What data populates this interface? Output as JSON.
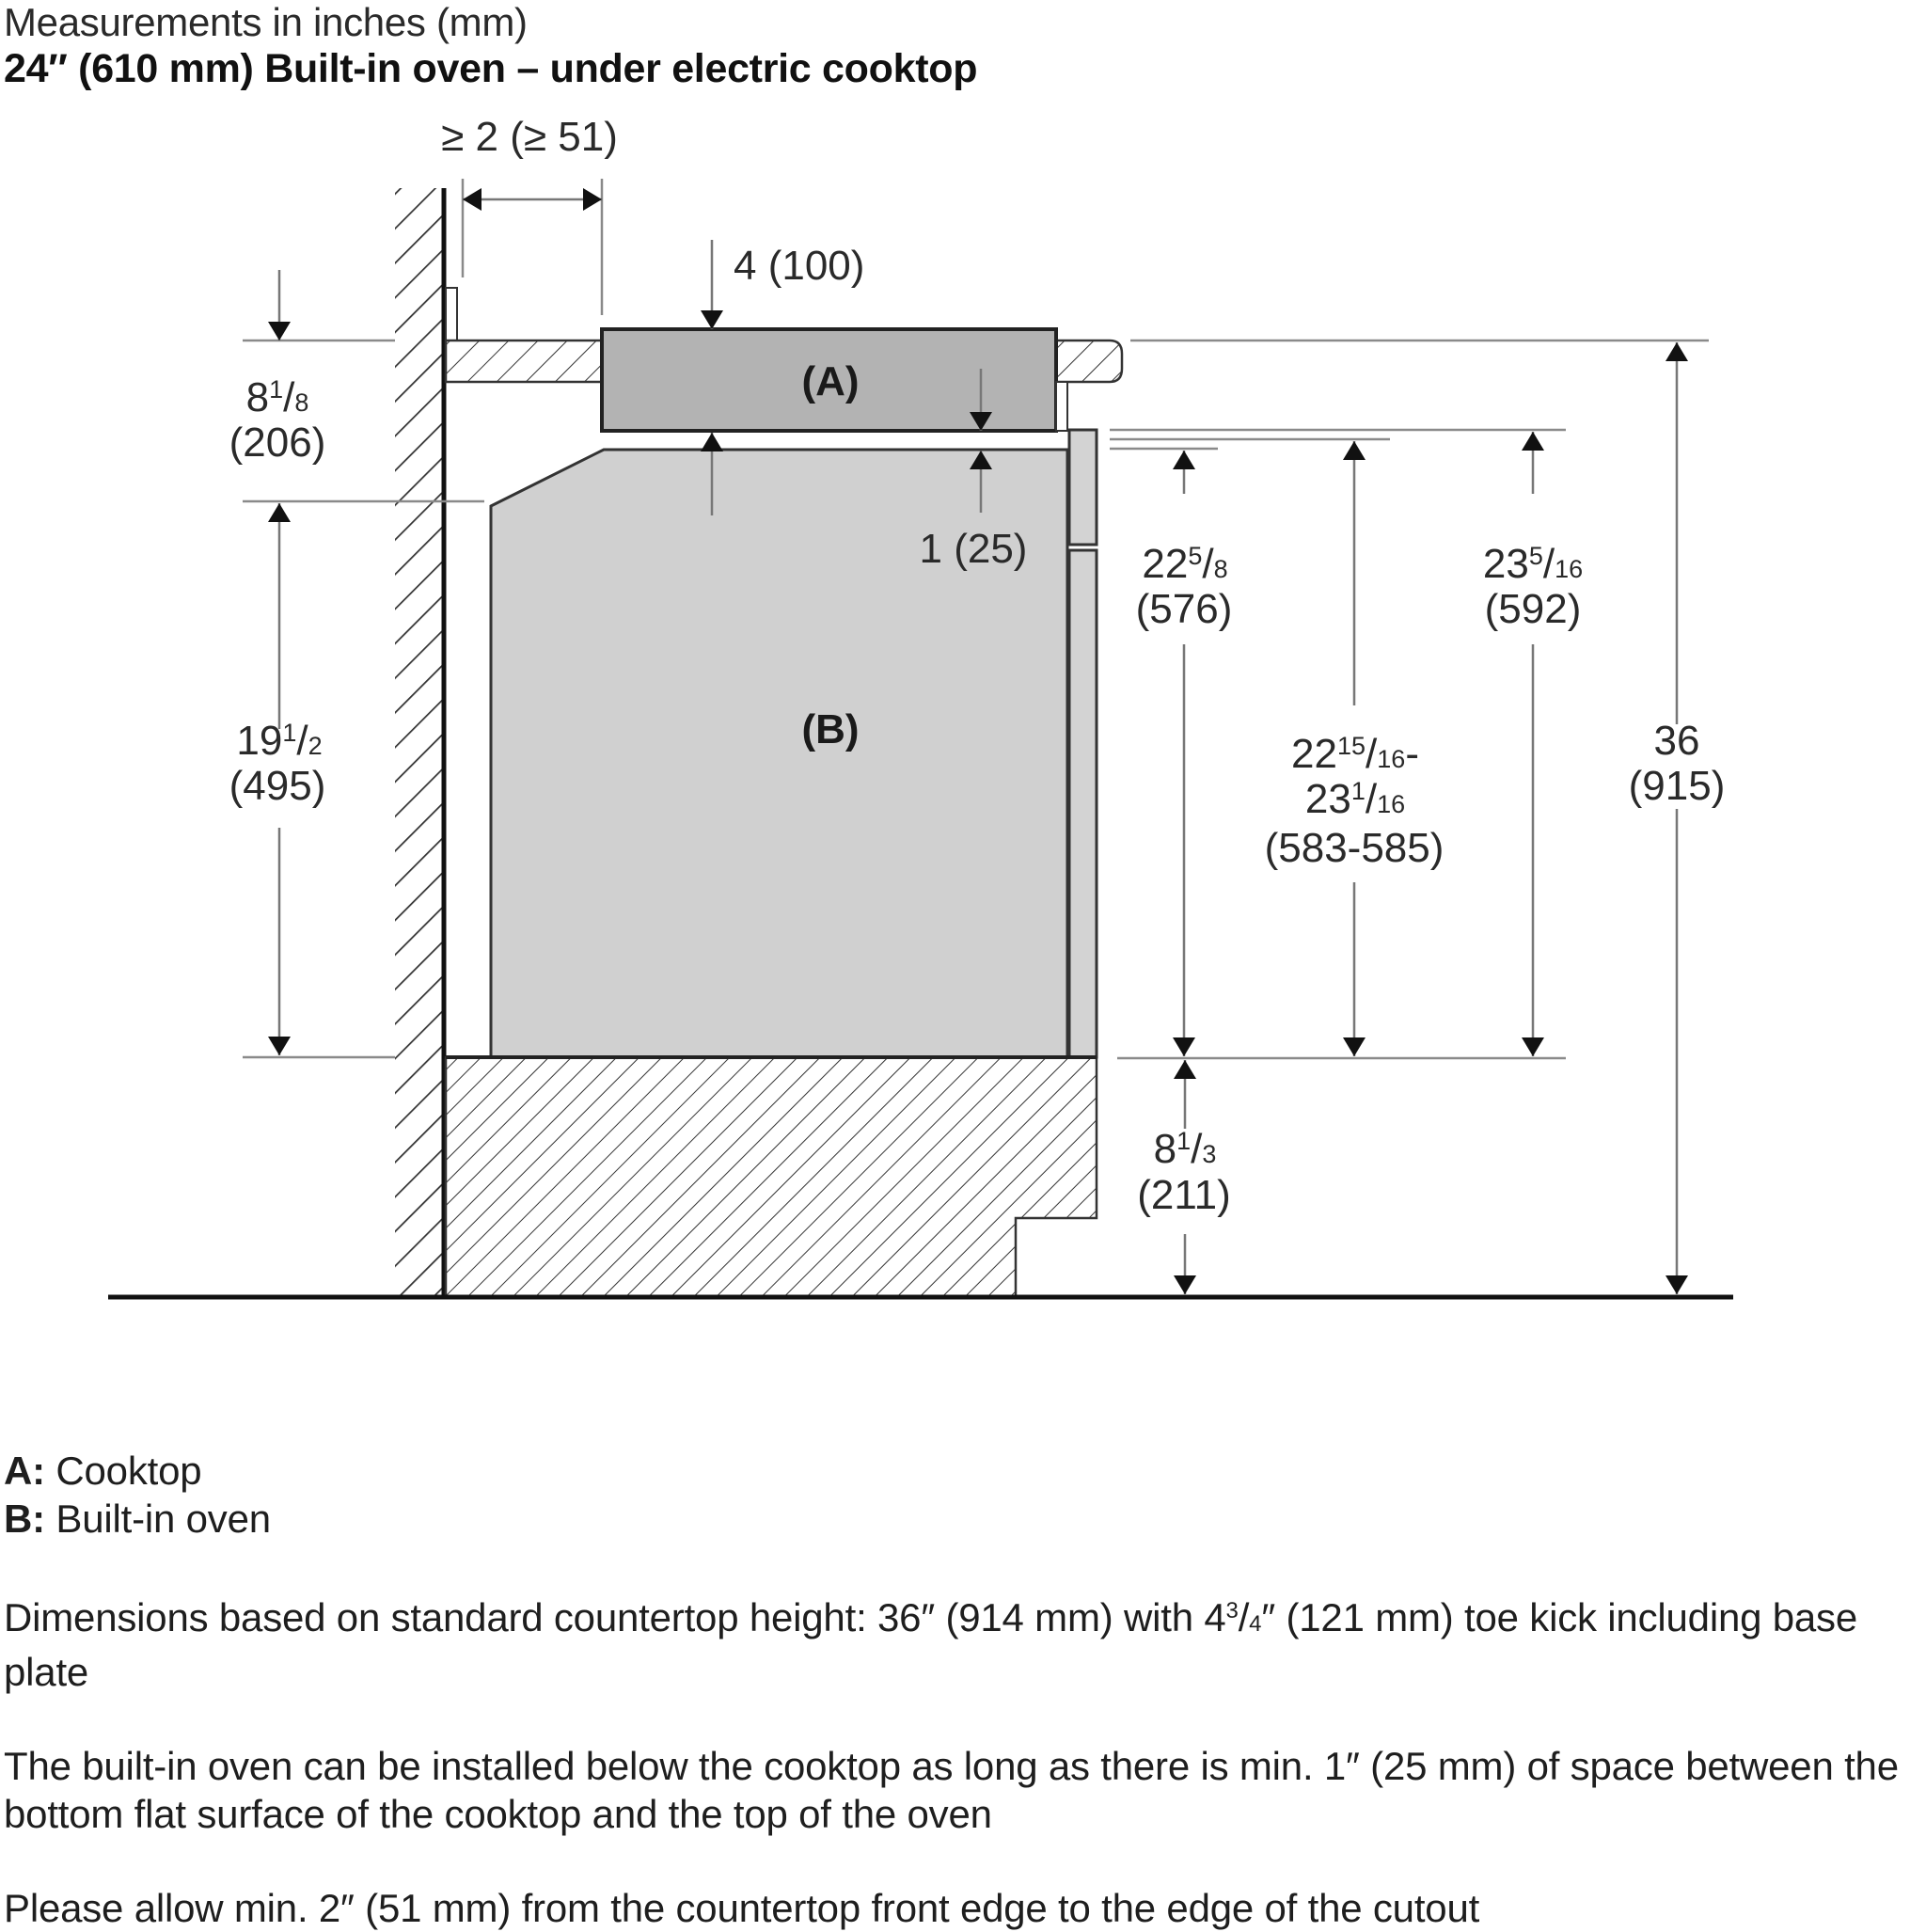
{
  "header": {
    "subtitle": "Measurements in inches (mm)",
    "title": "24″ (610 mm) Built-in oven – under electric cooktop"
  },
  "diagram": {
    "parts": {
      "A": "(A)",
      "B": "(B)"
    },
    "colors": {
      "cooktop_fill": "#b3b3b3",
      "oven_fill": "#d0d0d0",
      "door_fill": "#d3d3d3",
      "line": "#222222",
      "dim_line": "#8a8a8a",
      "hatch": "#333333"
    },
    "dimensions": {
      "front_clearance": "≥ 2 (≥ 51)",
      "cooktop_depth": "4 (100)",
      "gap": "1 (25)",
      "top_to_oven": {
        "whole": "8",
        "num": "1",
        "den": "8",
        "mm": "(206)"
      },
      "oven_side": {
        "whole": "19",
        "num": "1",
        "den": "2",
        "mm": "(495)"
      },
      "cutout_576": {
        "whole": "22",
        "num": "5",
        "den": "8",
        "mm": "(576)"
      },
      "cutout_range": {
        "whole1": "22",
        "num1": "15",
        "den1": "16",
        "dash": "-",
        "whole2": "23",
        "num2": "1",
        "den2": "16",
        "mm": "(583-585)"
      },
      "cutout_592": {
        "whole": "23",
        "num": "5",
        "den": "16",
        "mm": "(592)"
      },
      "total_height": {
        "whole": "36",
        "mm": "(915)"
      },
      "base_height": {
        "whole": "8",
        "num": "1",
        "den": "3",
        "mm": "(211)"
      }
    }
  },
  "legend": [
    {
      "key": "A:",
      "label": " Cooktop"
    },
    {
      "key": "B:",
      "label": " Built-in oven"
    }
  ],
  "notes": {
    "note1_pre": "Dimensions based on standard countertop height: 36″ (914 mm) with 4",
    "note1_num": "3",
    "note1_den": "4",
    "note1_post": "″ (121 mm) toe kick including base plate",
    "note2": "The built-in oven can be installed below the cooktop as long as there is min. 1″ (25 mm) of space between the bottom flat surface of the cooktop and the top of the oven",
    "note3": "Please allow min. 2″ (51 mm) from the countertop front edge to the edge of the cutout"
  }
}
